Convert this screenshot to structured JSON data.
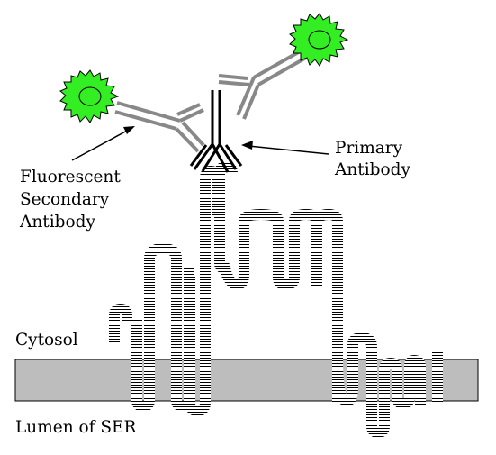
{
  "labels": {
    "fluorescent_secondary_antibody": [
      "Fluorescent",
      "Secondary",
      "Antibody"
    ],
    "primary_antibody": [
      "Primary",
      "Antibody"
    ],
    "cytosol": "Cytosol",
    "lumen": "Lumen of SER"
  },
  "colors": {
    "membrane_fill": "#bdbdbd",
    "fluorophore_fill": "#33ee22",
    "secondary_antibody": "#888888",
    "primary_antibody": "#000000",
    "protein_chain": "#000000"
  }
}
